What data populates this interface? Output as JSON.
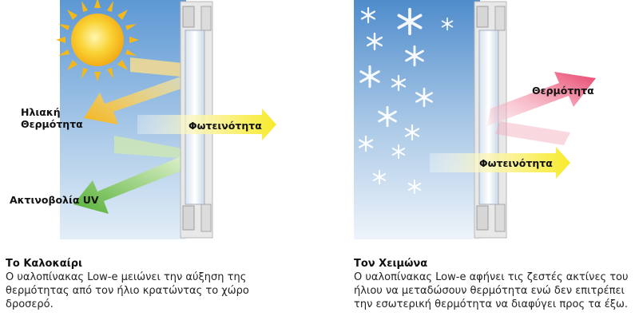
{
  "summer": {
    "labels": {
      "solar_heat_line1": "Ηλιακή",
      "solar_heat_line2": "Θερμότητα",
      "light": "Φωτεινότητα",
      "uv": "Ακτινοβολία UV"
    },
    "caption": {
      "title": "Το Καλοκαίρι",
      "text": "Ο υαλοπίνακας Low-e μειώνει την αύξηση της θερμότητας από τον ήλιο κρατώντας το χώρο δροσερό."
    }
  },
  "winter": {
    "labels": {
      "heat": "Θερμότητα",
      "light": "Φωτεινότητα"
    },
    "caption": {
      "title": "Τον Χειμώνα",
      "text": "Ο υαλοπίνακας Low-e αφήνει τις ζεστές ακτίνες του ήλιου να μεταδώσουν θερμότητα ενώ δεν επιτρέπει την εσωτερική θερμότητα να διαφύγει προς τα έξω."
    }
  },
  "colors": {
    "sky_top": "#5d98d4",
    "sky_bottom": "#dbe9f5",
    "sun": "#f7c21a",
    "heat_arrow": "#f5b51a",
    "light_arrow": "#f7ef2a",
    "uv_arrow": "#5bb53b",
    "winter_heat_arrow": "#e8506a",
    "frame": "#c9c9c9"
  }
}
